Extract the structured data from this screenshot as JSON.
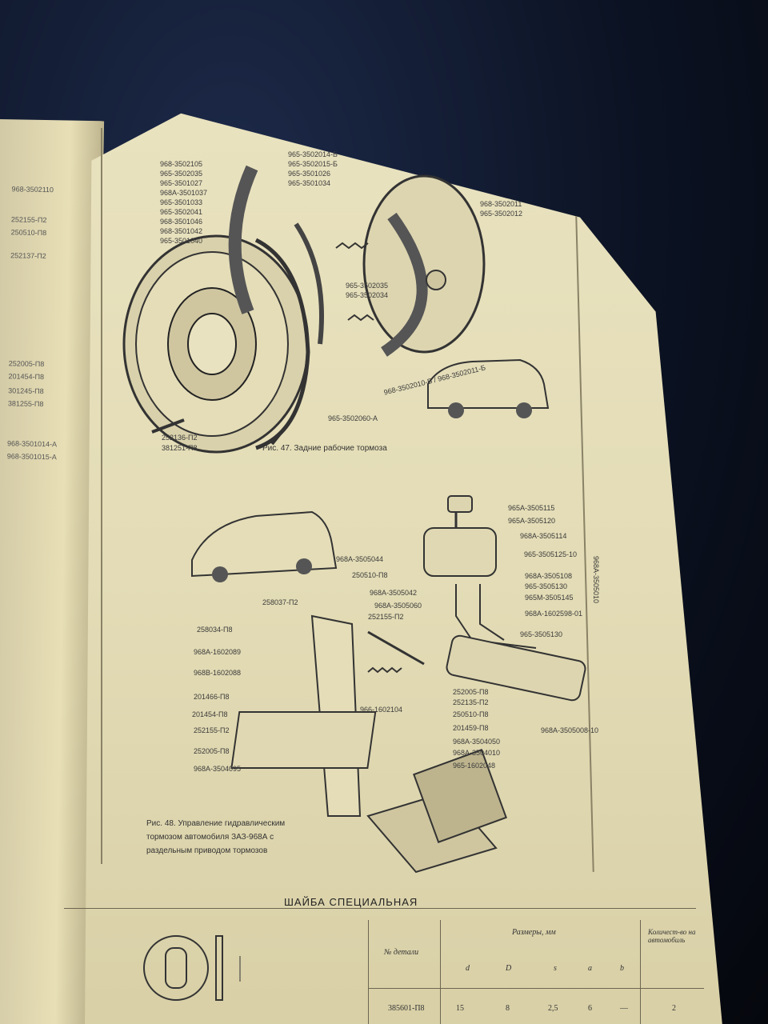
{
  "figure47": {
    "labels_left": [
      "968-3502105",
      "965-3502035",
      "965-3501027",
      "968A-3501037",
      "965-3501033",
      "965-3502041",
      "968-3501046",
      "968-3501042",
      "965-3501040"
    ],
    "labels_top": [
      "965-3502014-Б",
      "965-3502015-Б",
      "965-3501026",
      "965-3501034",
      "968-3502011",
      "965-3502012"
    ],
    "label_mid1": "965-3502035",
    "label_mid2": "965-3502034",
    "label_bottom_bolt1": "252136-П2",
    "label_bottom_bolt2": "381251-П8",
    "label_drum": "965-3502060-А",
    "label_shoe": "968-3502010-Б / 968-3502011-Б",
    "caption": "Рис. 47. Задние рабочие тормоза"
  },
  "figure48": {
    "labels_right": [
      "965А-3505115",
      "965А-3505120",
      "968А-3505114",
      "965-3505125-10",
      "968А-3505108",
      "965-3505130",
      "965М-3505145",
      "968А-1602598-01",
      "965-3505130"
    ],
    "vertical_label": "968А-3505010",
    "labels_left": [
      "258037-П2",
      "258034-П8",
      "968А-1602089",
      "968В-1602088",
      "201466-П8",
      "201454-П8",
      "252155-П2",
      "252005-П8",
      "968А-3504095"
    ],
    "labels_center": [
      "968А-3505044",
      "250510-П8",
      "968А-3505042",
      "968А-3505060",
      "252155-П2"
    ],
    "labels_lower_center": [
      "252005-П8",
      "252135-П2",
      "250510-П8",
      "201459-П8",
      "968А-3504050",
      "968А-3504010",
      "965-1602048"
    ],
    "label_spring": "966-1602104",
    "label_master": "968А-3505008-10",
    "caption_l1": "Рис. 48. Управление гидравлическим",
    "caption_l2": "тормозом автомобиля ЗАЗ-968А с",
    "caption_l3": "раздельным приводом тормозов"
  },
  "section_title": "ШАЙБА СПЕЦИАЛЬНАЯ",
  "table": {
    "col_part": "№ детали",
    "col_dims": "Размеры, мм",
    "col_qty": "Количест-во на автомобиль",
    "dims": [
      "d",
      "D",
      "s",
      "a",
      "b"
    ],
    "row": [
      "385601-П8",
      "15",
      "8",
      "2,5",
      "6",
      "—",
      "2"
    ]
  },
  "left_page_labels": [
    "968-3502110",
    "252155-П2",
    "250510-П8",
    "252137-П2",
    "252005-П8",
    "201454-П8",
    "301245-П8",
    "381255-П8",
    "968-3501014-А",
    "968-3501015-А"
  ]
}
